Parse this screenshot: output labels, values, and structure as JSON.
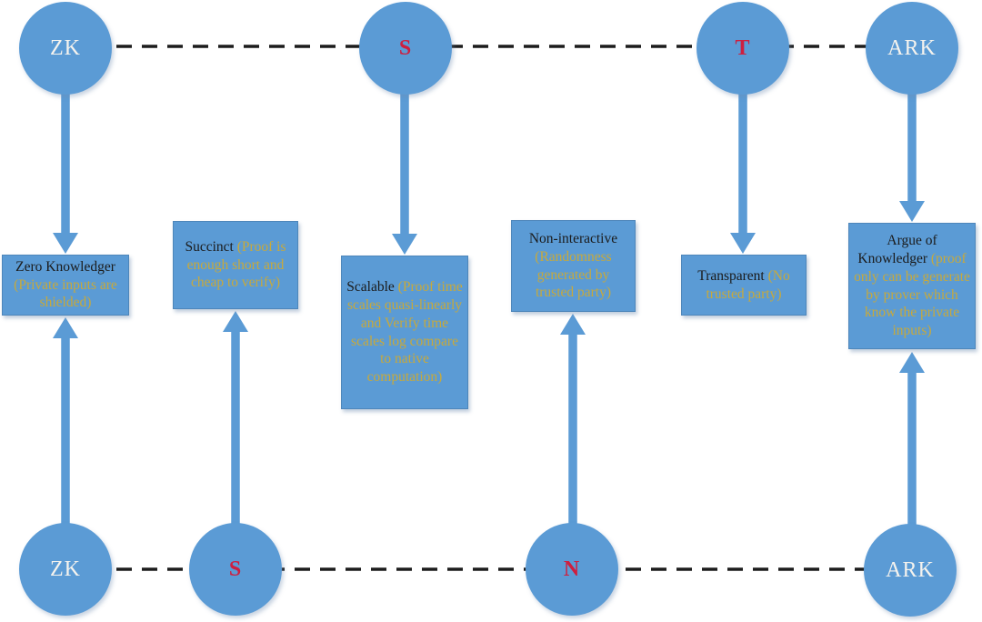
{
  "colors": {
    "shape_blue": "#5B9BD5",
    "dash_black": "#1c1c1c",
    "label_white": "#F5F3EE",
    "letter_red": "#CE1F3F",
    "term_black": "#1b1b1b",
    "desc_gold": "#C7A93C",
    "background": "#FFFFFF"
  },
  "top_row": {
    "circles": [
      {
        "label": "ZK",
        "color_role": "white"
      },
      {
        "label": "S",
        "color_role": "red"
      },
      {
        "label": "T",
        "color_role": "red"
      },
      {
        "label": "ARK",
        "color_role": "white"
      }
    ]
  },
  "bottom_row": {
    "circles": [
      {
        "label": "ZK",
        "color_role": "white"
      },
      {
        "label": "S",
        "color_role": "red"
      },
      {
        "label": "N",
        "color_role": "red"
      },
      {
        "label": "ARK",
        "color_role": "white"
      }
    ]
  },
  "boxes": [
    {
      "term": "Zero Knowledger",
      "desc": "(Private inputs are shielded)"
    },
    {
      "term": "Succinct",
      "desc": "(Proof is enough short and cheap to verify)"
    },
    {
      "term": "Scalable",
      "desc": "(Proof time scales quasi-linearly and Verify time scales log compare to native computation)"
    },
    {
      "term": "Non-interactive",
      "desc": "(Randomness generated by trusted party)"
    },
    {
      "term": "Transparent",
      "desc": "(No trusted party)"
    },
    {
      "term": "Argue of Knowledger",
      "desc": "(proof only can be generate by prover which know the private inputs)"
    }
  ]
}
